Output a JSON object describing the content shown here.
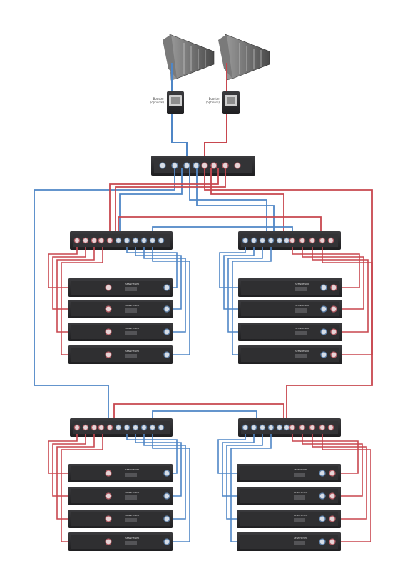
{
  "diagram": {
    "booster_labels": [
      {
        "line1": "Booster",
        "line2": "(optional)"
      },
      {
        "line1": "Booster",
        "line2": "(optional)"
      }
    ],
    "rack_brand_text": "SENNHEISER",
    "colors": {
      "antenna_a_cable": "#4f86c6",
      "antenna_b_cable": "#c8474f",
      "device_body": "#2b2b2d",
      "device_panel": "#3a3a3c",
      "connector": "#7a95b5"
    },
    "counts": {
      "antennas": 2,
      "boosters": 2,
      "splitters_main": 1,
      "splitters_secondary": 4,
      "receivers_per_group": 4,
      "receiver_groups": 4
    }
  }
}
